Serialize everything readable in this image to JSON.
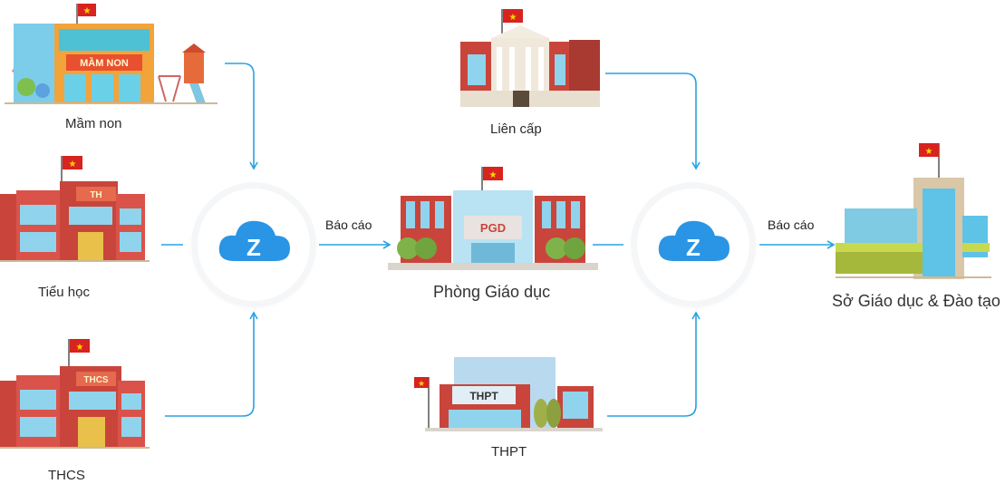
{
  "colors": {
    "arrow": "#28a3e3",
    "cloud": "#2a95e4",
    "brick": "#c9453b",
    "glass": "#8fd4ec",
    "flag": "#d8231e",
    "star": "#ffd700"
  },
  "icons": {
    "hub": "cloud-z-icon",
    "flag": "vietnam-flag-icon"
  },
  "labels": {
    "mam_non": "Mầm non",
    "tieu_hoc": "Tiểu học",
    "thcs": "THCS",
    "lien_cap": "Liên cấp",
    "pgd": "Phòng Giáo dục",
    "thpt": "THPT",
    "so_gd": "Sở Giáo dục & Đào tạo"
  },
  "signs": {
    "mam_non": "MẦM NON",
    "th": "TH",
    "thcs": "THCS",
    "pgd": "PGD",
    "thpt": "THPT"
  },
  "arrows": {
    "report_1": "Báo cáo",
    "report_2": "Báo cáo"
  },
  "hub_letter": "Z"
}
